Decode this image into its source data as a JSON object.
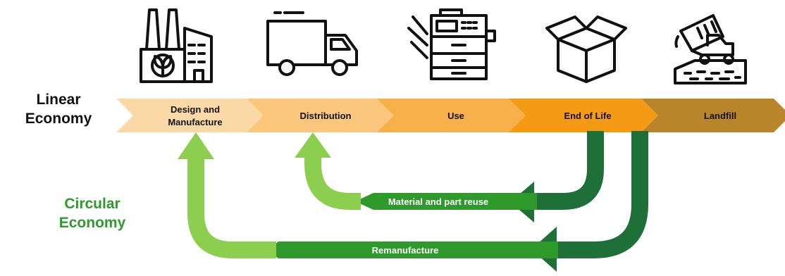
{
  "labels": {
    "linear_line1": "Linear",
    "linear_line2": "Economy",
    "circular_line1": "Circular",
    "circular_line2": "Economy"
  },
  "stages": [
    {
      "line1": "Design and",
      "line2": "Manufacture",
      "color": "#fbd9a6",
      "icon": "factory-icon"
    },
    {
      "line1": "Distribution",
      "line2": "",
      "color": "#fac77d",
      "icon": "truck-icon"
    },
    {
      "line1": "Use",
      "line2": "",
      "color": "#f7b04a",
      "icon": "copier-icon"
    },
    {
      "line1": "End of Life",
      "line2": "",
      "color": "#f59a14",
      "icon": "open-box-icon"
    },
    {
      "line1": "Landfill",
      "line2": "",
      "color": "#b9852a",
      "icon": "dump-truck-landfill-icon"
    }
  ],
  "loops": {
    "reuse_label": "Material and part reuse",
    "reman_label": "Remanufacture"
  },
  "colors": {
    "light_green": "#8ccf4e",
    "mid_green": "#2f9a2c",
    "dark_green": "#1f6f38",
    "linear_text": "#111111",
    "circular_text": "#2e9a2e"
  }
}
